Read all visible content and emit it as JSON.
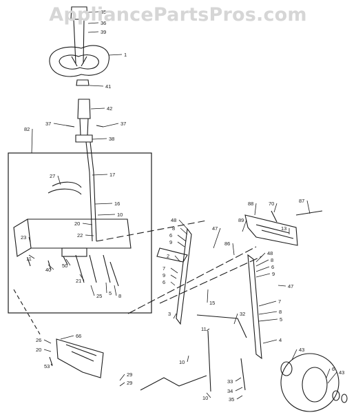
{
  "watermark": "AppliancePartsPros.com",
  "corner_mark": "'",
  "callouts": [
    "35",
    "36",
    "39",
    "1",
    "41",
    "42",
    "37",
    "37",
    "38",
    "82",
    "17",
    "27",
    "16",
    "10",
    "20",
    "22",
    "23",
    "11",
    "40",
    "50",
    "21",
    "25",
    "5",
    "8",
    "48",
    "8",
    "6",
    "9",
    "47",
    "2",
    "7",
    "9",
    "6",
    "86",
    "15",
    "3",
    "88",
    "70",
    "87",
    "89",
    "13",
    "48",
    "8",
    "6",
    "9",
    "47",
    "7",
    "8",
    "5",
    "32",
    "4",
    "11",
    "10",
    "43",
    "6",
    "43",
    "33",
    "34",
    "35",
    "26",
    "20",
    "66",
    "53",
    "29",
    "29",
    "10"
  ]
}
